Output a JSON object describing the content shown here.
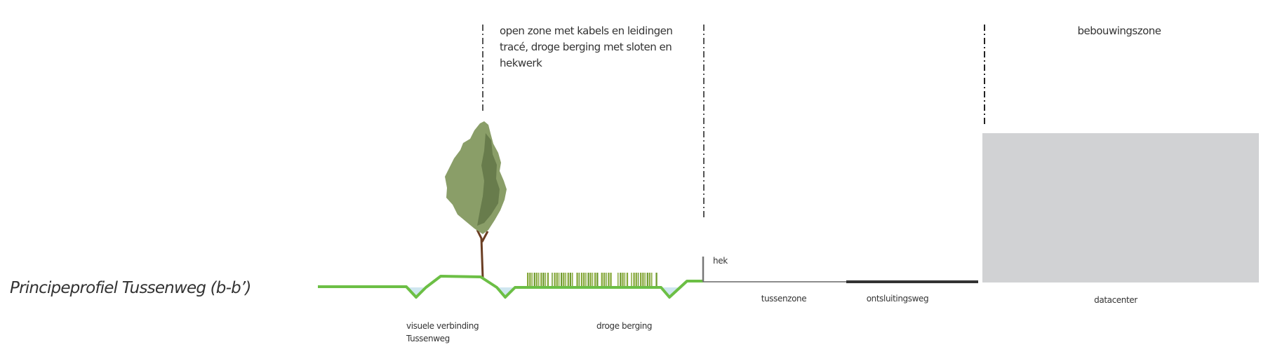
{
  "title": "Principeprofiel Tussenweg (b-b’)",
  "zones": {
    "open_zone": [
      "open zone met kabels en leidingen",
      "tracé, droge berging met sloten en",
      "hekwerk"
    ],
    "bebouwingszone": "bebouwingszone"
  },
  "labels": {
    "hek": "hek",
    "visuele_verbinding": [
      "visuele verbinding",
      "Tussenweg"
    ],
    "droge_berging": "droge berging",
    "tussenzone": "tussenzone",
    "ontsluitingsweg": "ontsluitingsweg",
    "datacenter": "datacenter"
  },
  "colors": {
    "ground": "#6cbf45",
    "water": "#cfe6f0",
    "building": "#d1d2d4",
    "road": "#333333",
    "tree_light": "#8a9e68",
    "tree_dark": "#687c4c",
    "trunk": "#6b3e23",
    "reeds": "#86a83a"
  }
}
